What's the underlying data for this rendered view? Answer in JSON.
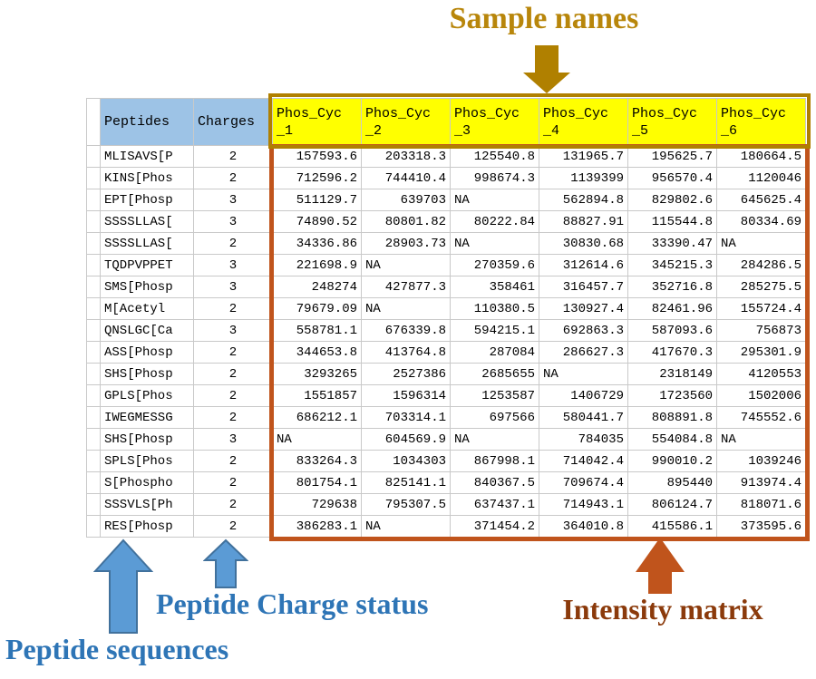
{
  "annotations": {
    "sample_names": "Sample names",
    "peptide_sequences": "Peptide sequences",
    "peptide_charge_status": "Peptide Charge status",
    "intensity_matrix": "Intensity matrix"
  },
  "colors": {
    "header_fill_blue": "#9DC3E6",
    "header_fill_yellow": "#FFFF00",
    "gold_annotation": "#B8860B",
    "gold_box_border": "#B08000",
    "orange_box_border": "#C0541C",
    "blue_arrow_fill": "#5B9BD5",
    "blue_arrow_border": "#41719C",
    "blue_text": "#2E75B6",
    "brown_text": "#8B3A0B",
    "gridline": "#C9C9C9"
  },
  "table": {
    "header_peptides": "Peptides",
    "header_charges": "Charges",
    "sample_columns": [
      {
        "line1": "Phos_Cyc",
        "line2": "_1"
      },
      {
        "line1": "Phos_Cyc",
        "line2": "_2"
      },
      {
        "line1": "Phos_Cyc",
        "line2": "_3"
      },
      {
        "line1": "Phos_Cyc",
        "line2": "_4"
      },
      {
        "line1": "Phos_Cyc",
        "line2": "_5"
      },
      {
        "line1": "Phos_Cyc",
        "line2": "_6"
      }
    ],
    "rows": [
      {
        "peptide": "MLISAVS[P",
        "charge": "2",
        "values": [
          "157593.6",
          "203318.3",
          "125540.8",
          "131965.7",
          "195625.7",
          "180664.5"
        ]
      },
      {
        "peptide": "KINS[Phos",
        "charge": "2",
        "values": [
          "712596.2",
          "744410.4",
          "998674.3",
          "1139399",
          "956570.4",
          "1120046"
        ]
      },
      {
        "peptide": "EPT[Phosp",
        "charge": "3",
        "values": [
          "511129.7",
          "639703",
          "NA",
          "562894.8",
          "829802.6",
          "645625.4"
        ]
      },
      {
        "peptide": "SSSSLLAS[",
        "charge": "3",
        "values": [
          "74890.52",
          "80801.82",
          "80222.84",
          "88827.91",
          "115544.8",
          "80334.69"
        ]
      },
      {
        "peptide": "SSSSLLAS[",
        "charge": "2",
        "values": [
          "34336.86",
          "28903.73",
          "NA",
          "30830.68",
          "33390.47",
          "NA"
        ]
      },
      {
        "peptide": "TQDPVPPET",
        "charge": "3",
        "values": [
          "221698.9",
          "NA",
          "270359.6",
          "312614.6",
          "345215.3",
          "284286.5"
        ]
      },
      {
        "peptide": "SMS[Phosp",
        "charge": "3",
        "values": [
          "248274",
          "427877.3",
          "358461",
          "316457.7",
          "352716.8",
          "285275.5"
        ]
      },
      {
        "peptide": "M[Acetyl",
        "charge": "2",
        "values": [
          "79679.09",
          "NA",
          "110380.5",
          "130927.4",
          "82461.96",
          "155724.4"
        ]
      },
      {
        "peptide": "QNSLGC[Ca",
        "charge": "3",
        "values": [
          "558781.1",
          "676339.8",
          "594215.1",
          "692863.3",
          "587093.6",
          "756873"
        ]
      },
      {
        "peptide": "ASS[Phosp",
        "charge": "2",
        "values": [
          "344653.8",
          "413764.8",
          "287084",
          "286627.3",
          "417670.3",
          "295301.9"
        ]
      },
      {
        "peptide": "SHS[Phosp",
        "charge": "2",
        "values": [
          "3293265",
          "2527386",
          "2685655",
          "NA",
          "2318149",
          "4120553"
        ]
      },
      {
        "peptide": "GPLS[Phos",
        "charge": "2",
        "values": [
          "1551857",
          "1596314",
          "1253587",
          "1406729",
          "1723560",
          "1502006"
        ]
      },
      {
        "peptide": "IWEGMESSG",
        "charge": "2",
        "values": [
          "686212.1",
          "703314.1",
          "697566",
          "580441.7",
          "808891.8",
          "745552.6"
        ]
      },
      {
        "peptide": "SHS[Phosp",
        "charge": "3",
        "values": [
          "NA",
          "604569.9",
          "NA",
          "784035",
          "554084.8",
          "NA"
        ]
      },
      {
        "peptide": "SPLS[Phos",
        "charge": "2",
        "values": [
          "833264.3",
          "1034303",
          "867998.1",
          "714042.4",
          "990010.2",
          "1039246"
        ]
      },
      {
        "peptide": "S[Phospho",
        "charge": "2",
        "values": [
          "801754.1",
          "825141.1",
          "840367.5",
          "709674.4",
          "895440",
          "913974.4"
        ]
      },
      {
        "peptide": "SSSVLS[Ph",
        "charge": "2",
        "values": [
          "729638",
          "795307.5",
          "637437.1",
          "714943.1",
          "806124.7",
          "818071.6"
        ]
      },
      {
        "peptide": "RES[Phosp",
        "charge": "2",
        "values": [
          "386283.1",
          "NA",
          "371454.2",
          "364010.8",
          "415586.1",
          "373595.6"
        ]
      }
    ],
    "na_text": "NA"
  }
}
